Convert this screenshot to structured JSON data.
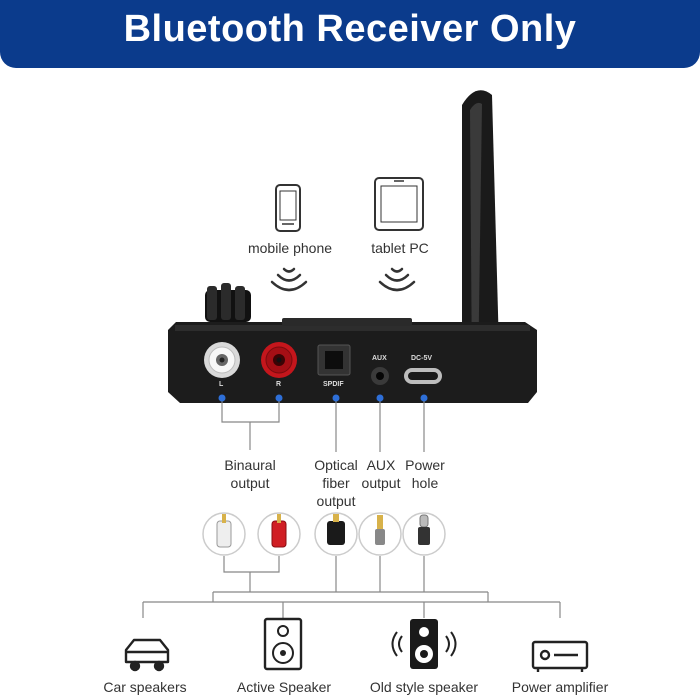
{
  "header": {
    "title": "Bluetooth Receiver Only"
  },
  "sources": [
    {
      "label": "mobile phone",
      "icon": "smartphone-icon"
    },
    {
      "label": "tablet PC",
      "icon": "tablet-icon"
    }
  ],
  "device": {
    "port_labels": {
      "left": "L",
      "right": "R",
      "spdif": "SPDIF",
      "aux": "AUX",
      "dc": "DC-5V"
    }
  },
  "ports": [
    {
      "lines": [
        "Binaural",
        "output"
      ]
    },
    {
      "lines": [
        "Optical",
        "fiber",
        "output"
      ]
    },
    {
      "lines": [
        "AUX",
        "output"
      ]
    },
    {
      "lines": [
        "Power",
        "hole"
      ]
    }
  ],
  "outputs": [
    {
      "label": "Car speakers",
      "icon": "car-icon"
    },
    {
      "label": "Active Speaker",
      "icon": "speaker-icon"
    },
    {
      "label": "Old style speaker",
      "icon": "old-speaker-icon"
    },
    {
      "label": "Power amplifier",
      "icon": "amplifier-icon"
    }
  ],
  "colors": {
    "banner": "#0b3b8c",
    "connector_dot": "#2e6fd8",
    "device_body": "#1c1c1c",
    "rca_red": "#c4161c"
  }
}
